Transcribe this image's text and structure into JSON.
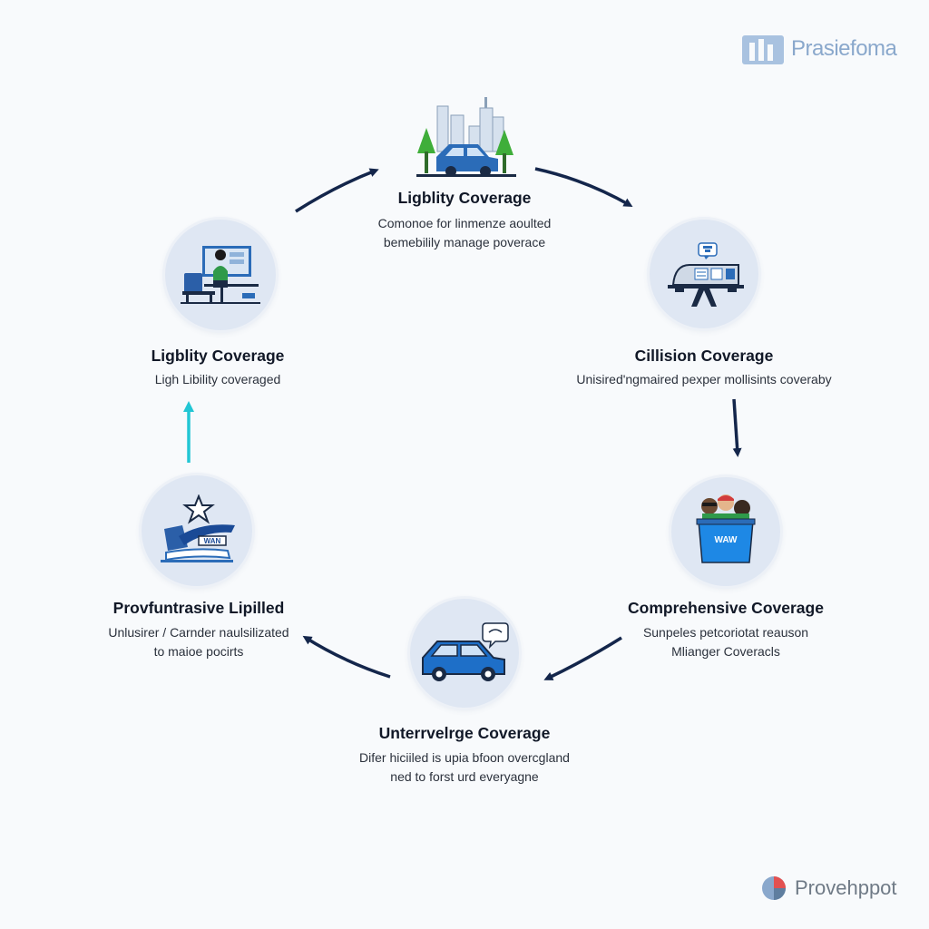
{
  "brand_top": {
    "name": "Prasiefoma"
  },
  "brand_bottom": {
    "name": "Provehppot"
  },
  "stages": [
    {
      "id": "top",
      "title": "Ligblity Coverage",
      "desc_lines": [
        "Comonoe for linmenze aoulted",
        "bemebilily manage poverace"
      ]
    },
    {
      "id": "right",
      "title": "Cillision Coverage",
      "desc_lines": [
        "Unisired'ngmaired pexper mollisints coveraby"
      ]
    },
    {
      "id": "bottom-right",
      "title": "Comprehensive Coverage",
      "desc_lines": [
        "Sunpeles petcoriotat reauson",
        "Mlianger Coveracls"
      ]
    },
    {
      "id": "bottom",
      "title": "Unterrvelrge Coverage",
      "desc_lines": [
        "Difer hiciiled is upia bfoon overcgland",
        "ned to forst urd everyagne"
      ]
    },
    {
      "id": "bottom-left",
      "title": "Provfuntrasive Lipilled",
      "desc_lines": [
        "Unlusirer / Carnder naulsilizated",
        "to maioe pocirts"
      ]
    },
    {
      "id": "left",
      "title": "Ligblity Coverage",
      "desc_lines": [
        "Ligh Libility coveraged"
      ]
    }
  ],
  "icon_labels": {
    "bin": "WAW",
    "board": "WAN"
  },
  "colors": {
    "accent": "#1565c0",
    "arrow": "#14264b",
    "cyan": "#22c6d4",
    "circle": "#dfe7f3"
  }
}
